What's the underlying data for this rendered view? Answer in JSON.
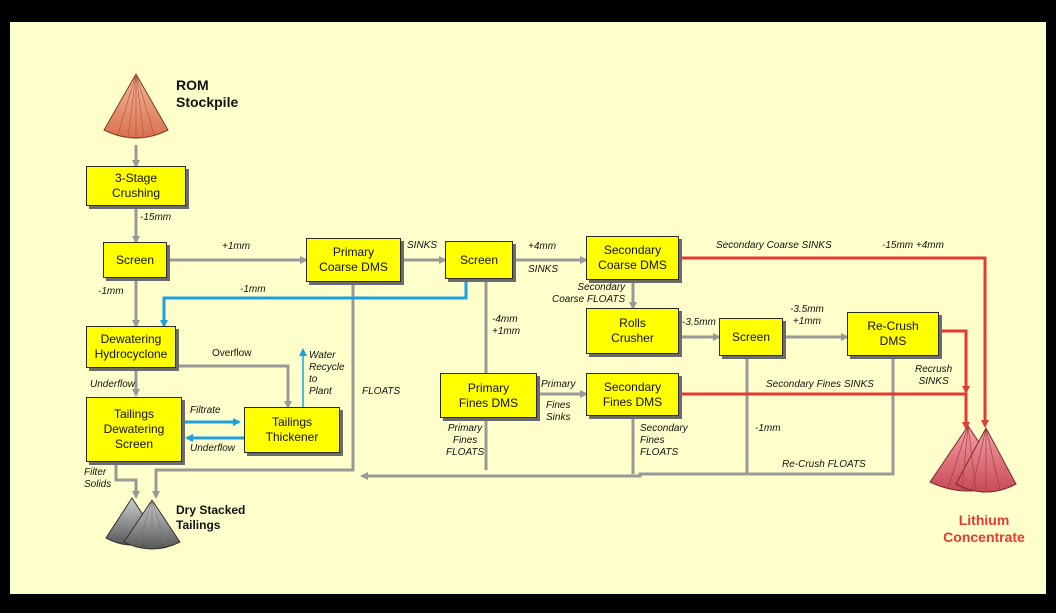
{
  "colors": {
    "frame": "#000000",
    "background": "#ffffcc",
    "box": "#ffff00",
    "flow": "#999999",
    "water": "#1ea0e0",
    "concentrate": "#e53935"
  },
  "title_labels": {
    "rom": "ROM\nStockpile",
    "dry": "Dry Stacked\nTailings",
    "lithium": "Lithium\nConcentrate"
  },
  "boxes": {
    "crushing": "3-Stage\nCrushing",
    "screen1": "Screen",
    "pcdms": "Primary\nCoarse DMS",
    "screen2": "Screen",
    "scdms": "Secondary\nCoarse DMS",
    "hydro": "Dewatering\nHydrocyclone",
    "rolls": "Rolls\nCrusher",
    "screen3": "Screen",
    "recrush": "Re-Crush\nDMS",
    "pfdms": "Primary\nFines DMS",
    "sfdms": "Secondary\nFines DMS",
    "tds": "Tailings\nDewatering\nScreen",
    "thickener": "Tailings\nThickener"
  },
  "flow_labels": {
    "m15": "-15mm",
    "p1": "+1mm",
    "sinks": "SINKS",
    "p4": "+4mm",
    "sinks2": "SINKS",
    "sec_coarse_sinks": "Secondary Coarse SINKS",
    "m15p4": "-15mm +4mm",
    "m1a": "-1mm",
    "m1b": "-1mm",
    "sec_coarse_floats": "Secondary\nCoarse FLOATS",
    "m4p1": "-4mm\n+1mm",
    "m35": "-3.5mm",
    "m35p1": "-3.5mm\n+1mm",
    "overflow": "Overflow",
    "water": "Water\nRecycle\nto\nPlant",
    "underflow1": "Underflow",
    "floats": "FLOATS",
    "primary": "Primary",
    "fines_sinks": "Fines\nSinks",
    "sec_fines_sinks": "Secondary Fines SINKS",
    "recrush_sinks": "Recrush\nSINKS",
    "filtrate": "Filtrate",
    "pf_floats": "Primary\nFines\nFLOATS",
    "sf_floats": "Secondary\nFines\nFLOATS",
    "m1c": "-1mm",
    "underflow2": "Underflow",
    "recrush_floats": "Re-Crush FLOATS",
    "filter_solids": "Filter\nSolids"
  }
}
